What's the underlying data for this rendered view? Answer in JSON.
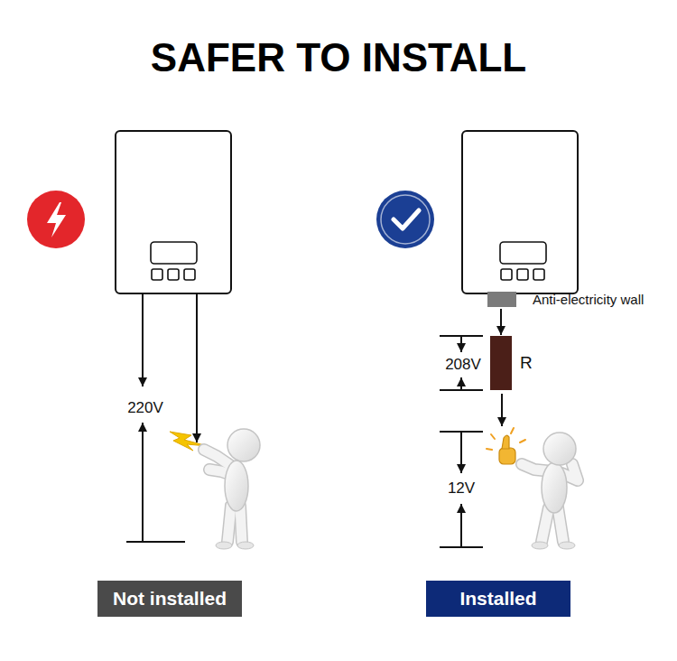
{
  "diagram": {
    "title": "SAFER TO INSTALL",
    "nodes": [
      {
        "text": [
          "Anti-electricity wall"
        ]
      },
      {
        "text": [
          "R"
        ]
      },
      {
        "text": [
          "Not installed"
        ]
      },
      {
        "text": [
          "Installed"
        ]
      }
    ],
    "edges": [
      {
        "from": 0,
        "to": 1,
        "arrow": "to"
      }
    ],
    "labels": [
      "220V",
      "208V",
      "12V"
    ]
  }
}
